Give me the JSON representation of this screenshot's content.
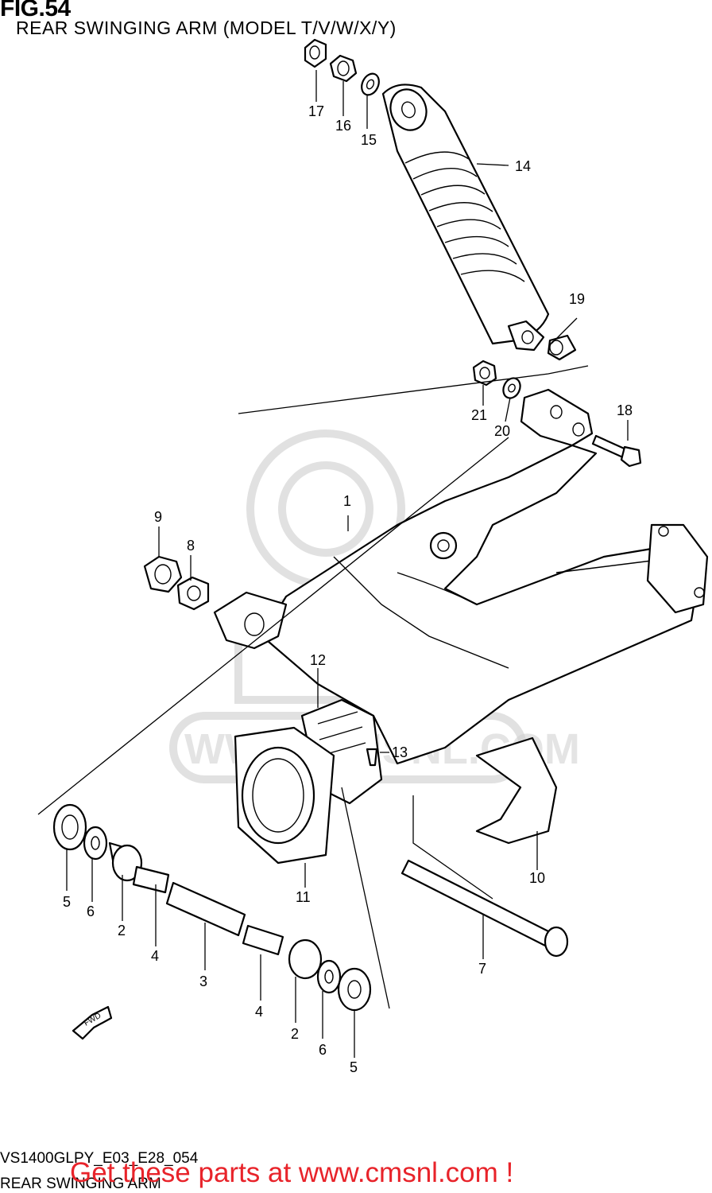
{
  "header": {
    "figure": "FIG.54",
    "title": "REAR SWINGING ARM (MODEL T/V/W/X/Y)"
  },
  "watermark": {
    "text": "WWW.CMSNL.COM"
  },
  "part_labels": [
    "1",
    "2",
    "2",
    "3",
    "4",
    "4",
    "5",
    "5",
    "6",
    "6",
    "7",
    "8",
    "9",
    "10",
    "11",
    "12",
    "13",
    "14",
    "15",
    "16",
    "17",
    "18",
    "19",
    "20",
    "21"
  ],
  "fwd_label": "FWD",
  "footer": {
    "code": "VS1400GLPY_E03_E28_054",
    "name": "REAR SWINGING ARM",
    "promo": "Get these parts at www.cmsnl.com !"
  },
  "colors": {
    "promo": "#e8232a",
    "line": "#000000",
    "watermark": "#c9c9c9"
  }
}
